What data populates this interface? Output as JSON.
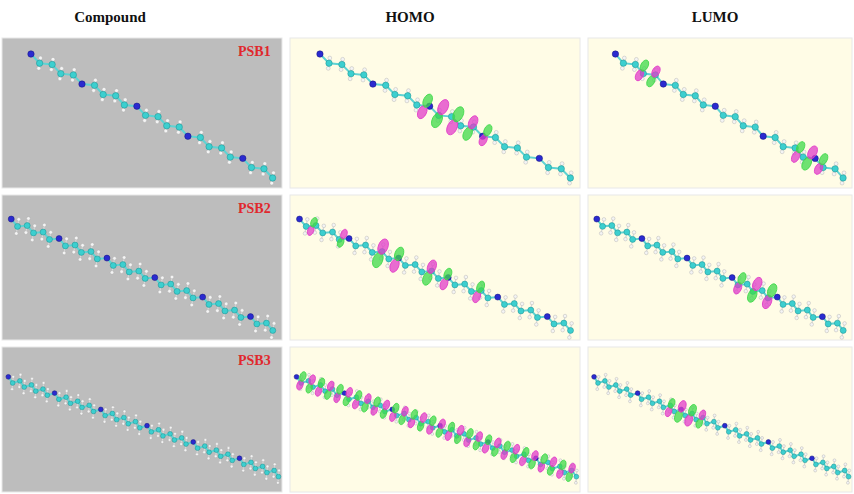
{
  "diagram": {
    "labels": [
      "Compound",
      "HOMO",
      "LUMO",
      "PSB1",
      "PSB2",
      "PSB3"
    ]
  }
}
